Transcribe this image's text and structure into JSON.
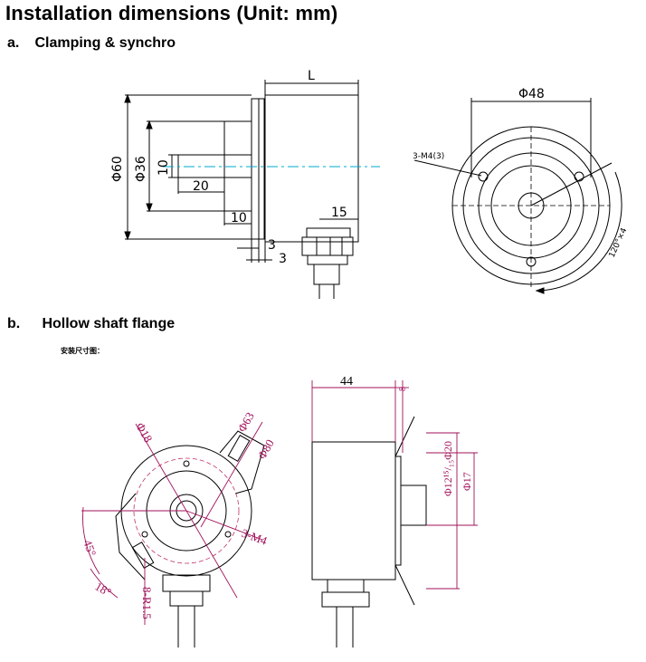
{
  "title": "Installation dimensions (Unit: mm)",
  "section_a": {
    "label": "a.",
    "name": "Clamping & synchro"
  },
  "section_b": {
    "label": "b.",
    "name": "Hollow shaft flange"
  },
  "note_b": "安装尺寸图：",
  "dims_a": {
    "length": "L",
    "outer_dia": "Φ60",
    "flange_dia": "Φ36",
    "shaft_dia": "10",
    "shaft_len": "20",
    "flange_step": "10",
    "connector": "15",
    "gap1": "3",
    "gap2": "3",
    "bolt_circle": "Φ48",
    "holes": "3-M4",
    "holes_depth": "(3)",
    "angle": "120°×4"
  },
  "dims_b": {
    "d18": "Φ18",
    "d63": "Φ63",
    "d80": "Φ80",
    "holes": "3-M4",
    "angle45": "45°",
    "angle18": "18°",
    "slots": "8-R1.5",
    "length": "44",
    "thick": "8",
    "bore": "Φ12¹⁵/₁₅Φ20",
    "shaft": "Φ17"
  },
  "colors": {
    "line": "#000000",
    "dim_line": "#a0105a",
    "center_line": "#00aacc"
  }
}
